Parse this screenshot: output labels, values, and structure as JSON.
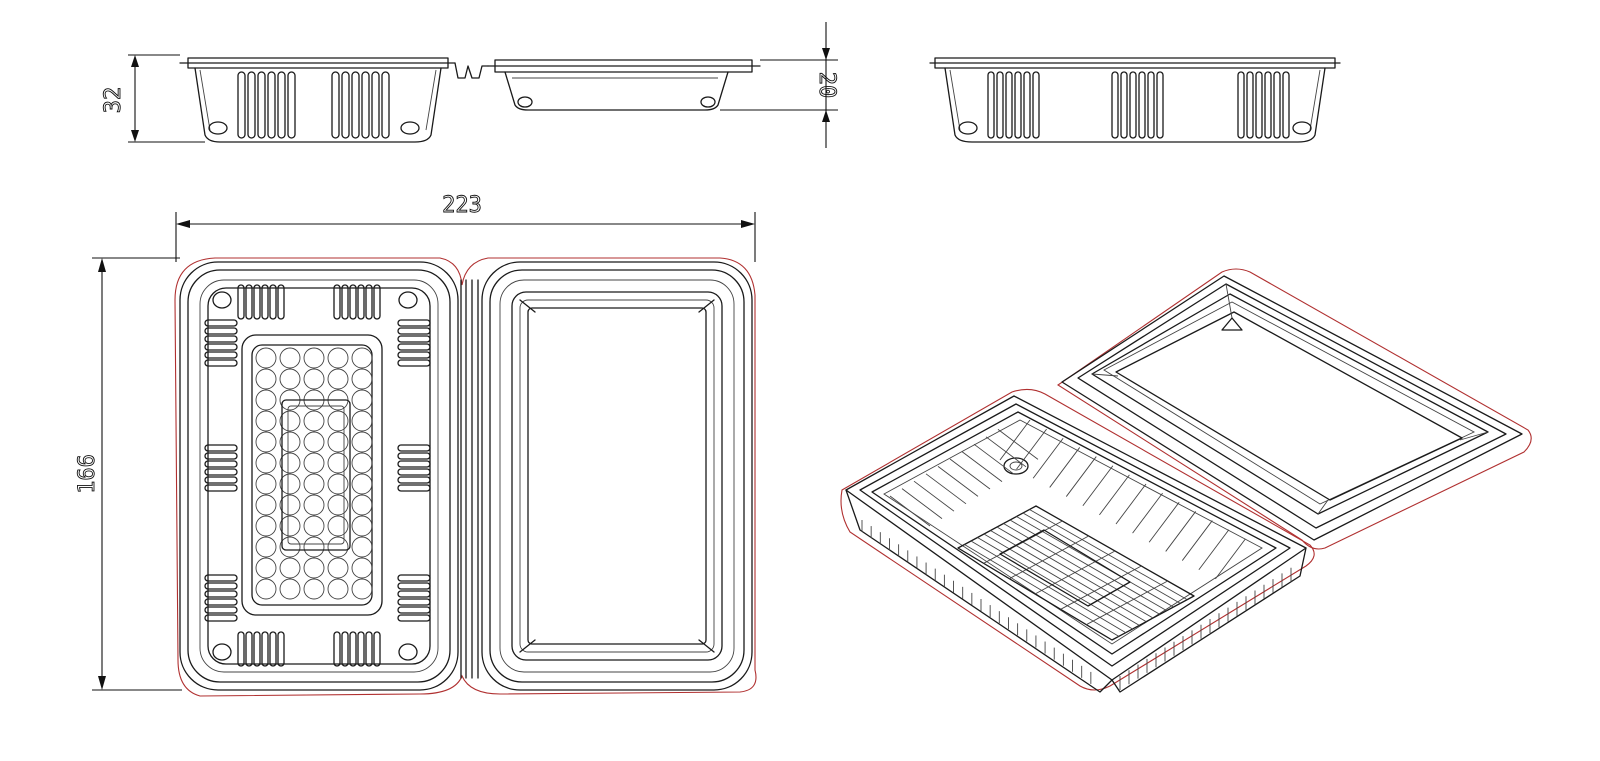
{
  "dimensions": {
    "side_height": "32",
    "lid_height": "20",
    "overall_width": "223",
    "overall_depth": "166"
  },
  "colors": {
    "line": "#1a1a1a",
    "outline_accent": "#b03030",
    "background": "#ffffff"
  }
}
